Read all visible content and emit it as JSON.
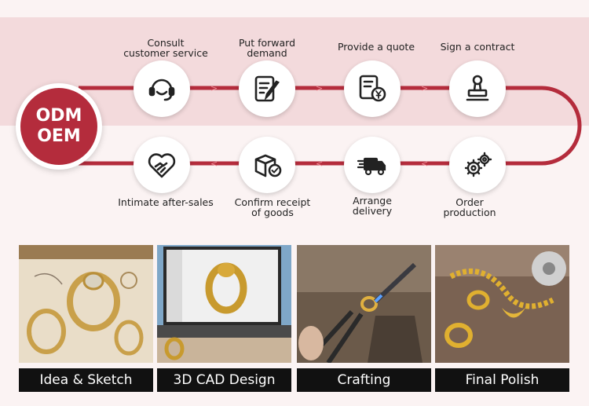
{
  "center_badge": {
    "line1": "ODM",
    "line2": "OEM"
  },
  "top_steps": [
    {
      "label": "Consult\ncustomer service",
      "icon": "headset-icon"
    },
    {
      "label": "Put forward\ndemand",
      "icon": "document-edit-icon"
    },
    {
      "label": "Provide a quote",
      "icon": "invoice-yen-icon"
    },
    {
      "label": "Sign a contract",
      "icon": "stamp-icon"
    }
  ],
  "bottom_steps": [
    {
      "label": "Intimate after-sales",
      "icon": "heart-handshake-icon"
    },
    {
      "label": "Confirm receipt\nof goods",
      "icon": "box-check-icon"
    },
    {
      "label": "Arrange\ndelivery",
      "icon": "delivery-truck-icon"
    },
    {
      "label": "Order\nproduction",
      "icon": "gears-icon"
    }
  ],
  "photos": [
    {
      "caption": "Idea & Sketch"
    },
    {
      "caption": "3D CAD Design"
    },
    {
      "caption": "Crafting"
    },
    {
      "caption": "Final Polish"
    }
  ],
  "colors": {
    "accent": "#b42c3c",
    "band": "#f3dadc",
    "caption_bg": "#111111",
    "icon": "#222222"
  }
}
